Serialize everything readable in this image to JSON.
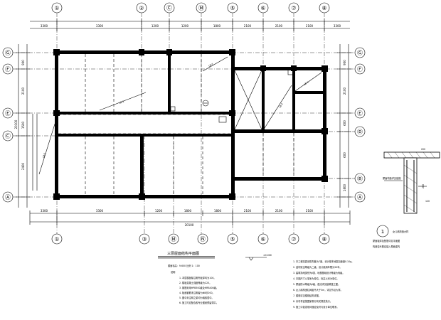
{
  "grid": {
    "top_labels": [
      "①",
      "②",
      "Ⓒ",
      "Ⓜ",
      "⑤",
      "⑥",
      "⑦",
      "⑧"
    ],
    "bottom_labels": [
      "①",
      "③",
      "Ⓜ",
      "Ⓝ",
      "⑤",
      "⑥",
      "⑦",
      "⑧"
    ],
    "left_labels": [
      "Ⓖ",
      "Ⓕ",
      "Ⓔ",
      "Ⓒ",
      "Ⓐ"
    ],
    "right_labels": [
      "Ⓖ",
      "Ⓕ",
      "Ⓔ",
      "Ⓓ",
      "Ⓑ",
      "Ⓐ"
    ]
  },
  "plan": {
    "title": "三层屋面结构平面图",
    "subtitle": "楼面标高：9.600  比例 1：100",
    "elev_mark": "±0.000"
  },
  "notes_left": {
    "heading": "说明",
    "items": [
      "1. 本层楼板除注明外板厚均为100。",
      "2. 楼板混凝土强度等级为C25。",
      "3. 钢筋采用HPB300级及HRB400级。",
      "4. 板面钢筋未注明者为Φ8@200。",
      "5. 图中未注明之梁均为轴线居中。",
      "6. 施工时应配合各专业图纸预留洞口。"
    ]
  },
  "notes_right": {
    "items": [
      "1. 本工程抗震设防烈度为7度，设计基本地震加速度0.10g。",
      "2. 结构安全等级为二级，设计使用年限为50年。",
      "3. 建筑场地类别为Ⅱ类，地基基础设计等级为丙级。",
      "4. 本图尺寸以毫米为单位，标高以米为单位。",
      "5. 屋面防水等级为Ⅱ级，做法详见建筑施工图。",
      "6. 女儿墙构造柱间距不大于3m，详见节点大样。",
      "7. 楼梯详见楼梯结构详图。",
      "8. 未尽事宜按国家现行有关规范执行。",
      "9. 施工中如发现问题应及时与设计单位联系。"
    ]
  },
  "detail": {
    "number": "1",
    "caption_lines": [
      "女儿墙构造大样",
      "屋面板厚及配筋详见平面图",
      "构造柱纵筋应锚入屋面梁内"
    ],
    "dim_labels": [
      "200",
      "120"
    ],
    "leader_text": "屋面构造详见建施",
    "top_label": "200"
  },
  "dims": {
    "top": [
      "3300",
      "3300",
      "1200",
      "1200",
      "1800",
      "2100",
      "2100",
      "2100"
    ],
    "bottom": [
      "3300",
      "3300",
      "1200",
      "1800",
      "1800",
      "2100",
      "2100",
      "2100"
    ],
    "total": "20100",
    "left": [
      "900",
      "2100",
      "1500",
      "2400"
    ],
    "right": [
      "900",
      "2100",
      "600",
      "600",
      "1800"
    ]
  },
  "slab_labels": [
    "LB-1",
    "LB-2",
    "LB-3",
    "LB-4",
    "LB-5"
  ],
  "colors": {
    "line": "#000000",
    "bg": "#ffffff"
  }
}
